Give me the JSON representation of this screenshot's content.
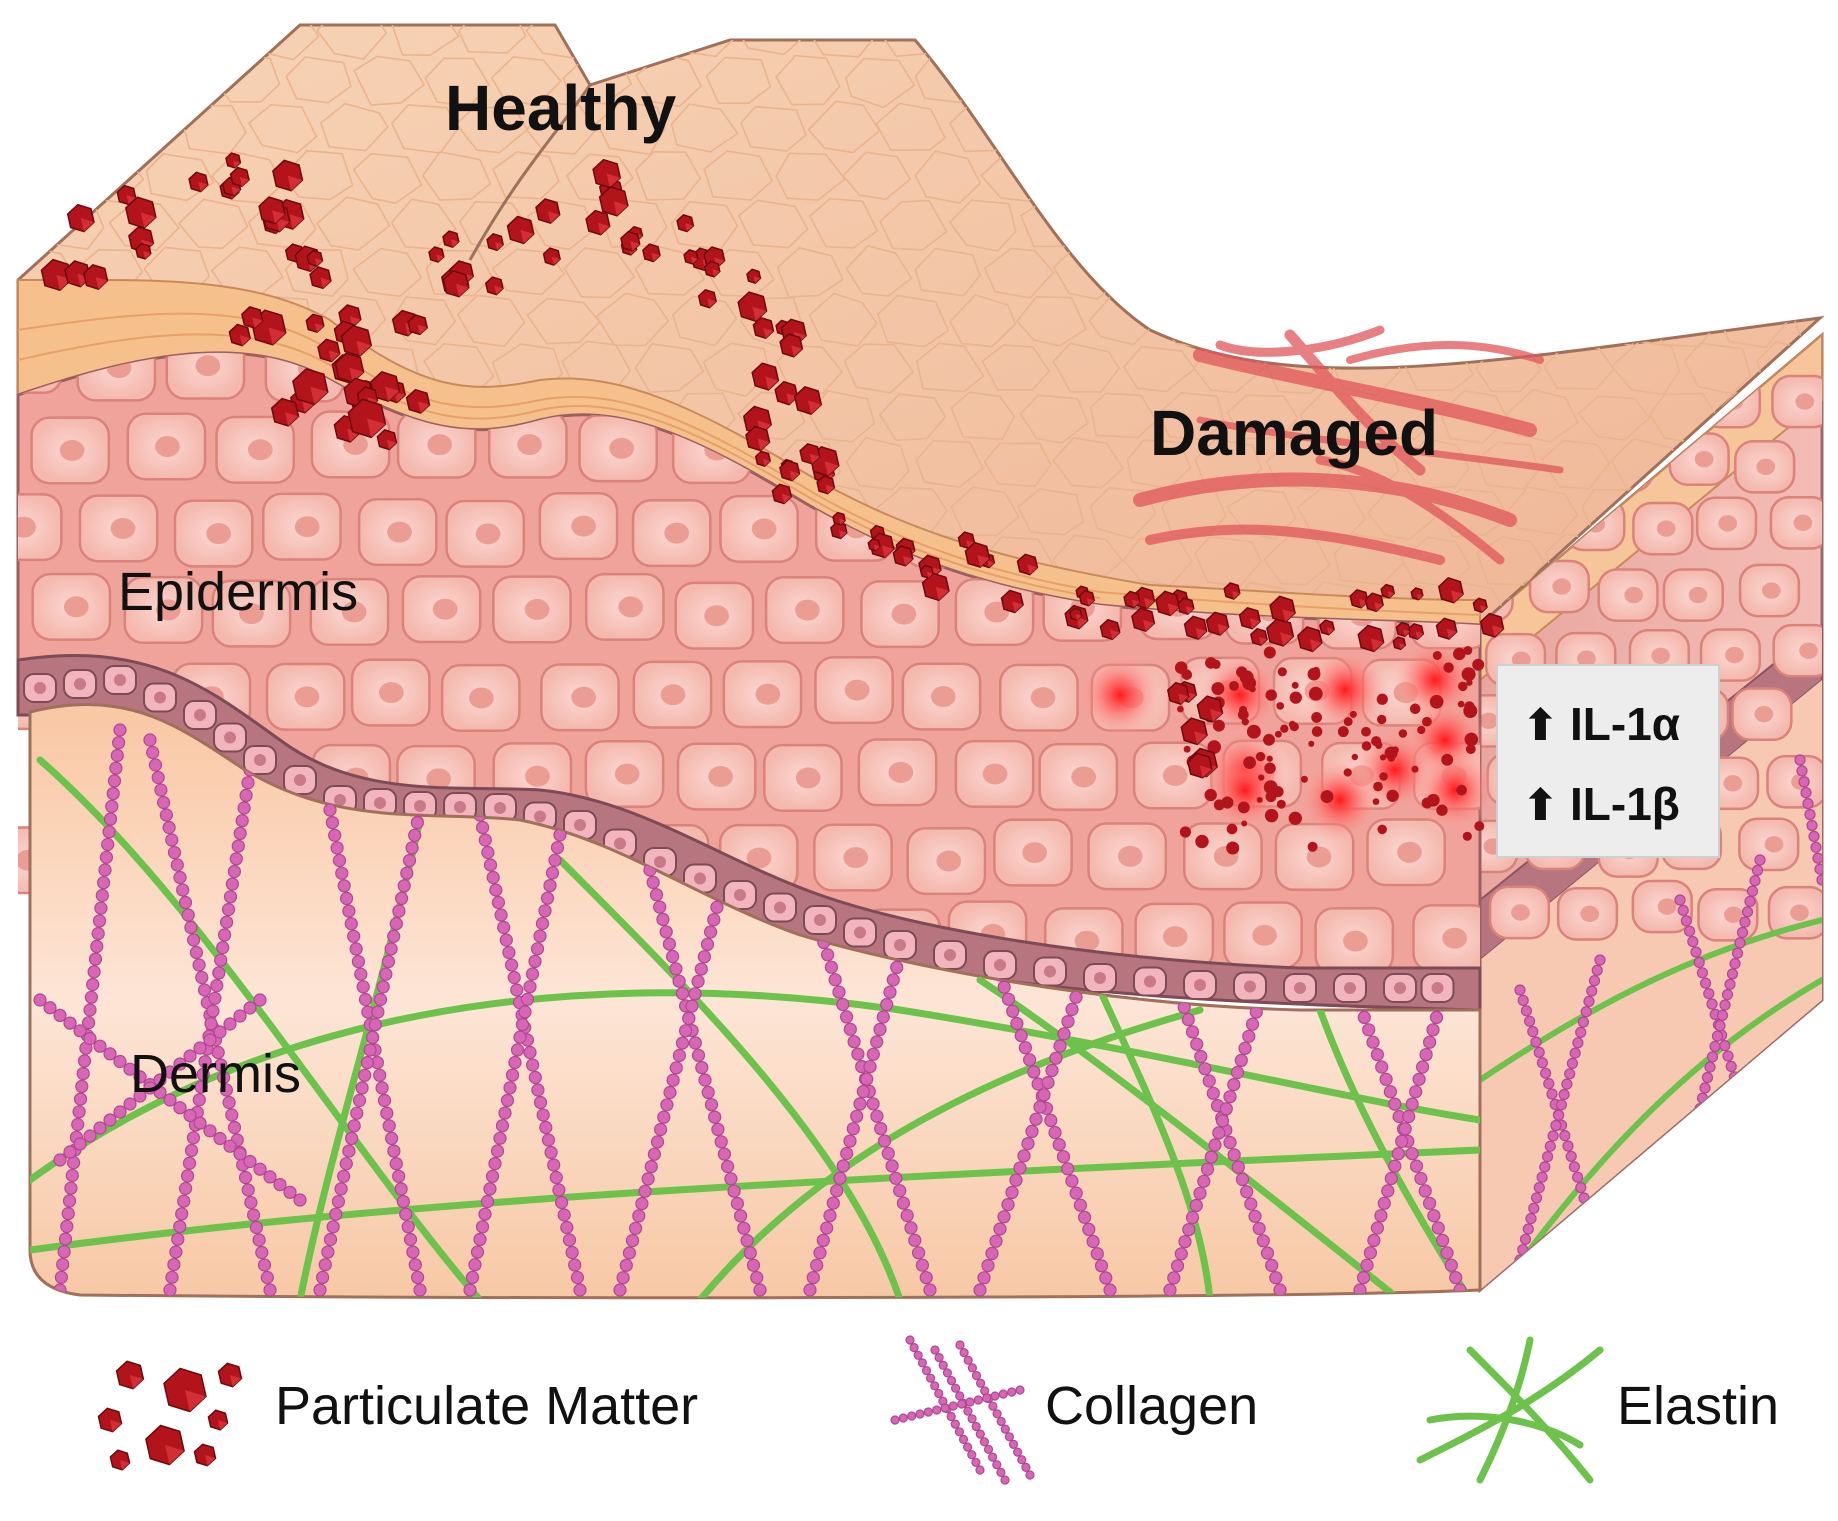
{
  "labels": {
    "healthy": "Healthy",
    "damaged": "Damaged",
    "epidermis": "Epidermis",
    "dermis": "Dermis"
  },
  "cytokines": {
    "arrow": "⬆",
    "il1a": "IL-1α",
    "il1b": "IL-1β"
  },
  "legend": {
    "particulate": "Particulate Matter",
    "collagen": "Collagen",
    "elastin": "Elastin"
  },
  "colors": {
    "particle": "#b3141b",
    "particle_light": "#d8323a",
    "collagen": "#d866b6",
    "elastin": "#6cc24a",
    "skin_surface": "#f4c7a4",
    "epidermis": "#f0a39b",
    "basal_layer": "#b77580",
    "dermis": "#fad8c2",
    "stratum": "#f6c08d",
    "inflammation": "#ff2a2a",
    "panel_bg": "#ededed"
  }
}
